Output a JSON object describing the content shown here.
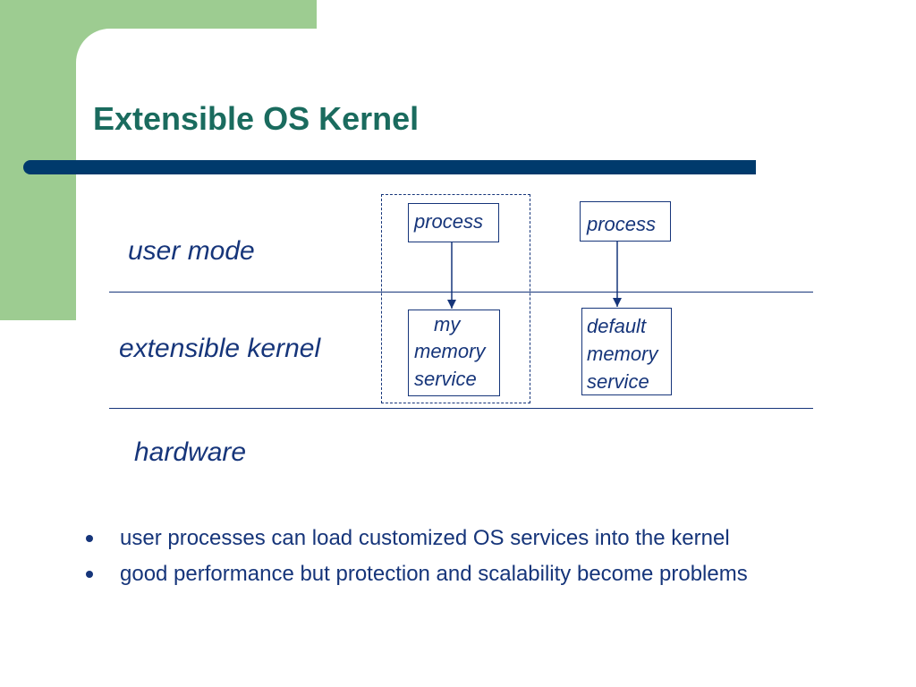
{
  "slide": {
    "title": "Extensible OS Kernel"
  },
  "diagram": {
    "layers": {
      "user_mode": "user mode",
      "extensible_kernel": "extensible kernel",
      "hardware": "hardware"
    },
    "custom": {
      "process": "process",
      "service_lines": [
        "my",
        "memory",
        "service"
      ]
    },
    "default": {
      "process": "process",
      "service_lines": [
        "default",
        "memory",
        "service"
      ]
    }
  },
  "bullets": [
    "user processes can load customized OS services into the kernel",
    "good performance but protection and scalability become problems"
  ],
  "colors": {
    "title": "#1a6b5e",
    "text": "#16357a",
    "bar": "#003a6c",
    "accent_green": "#9dcc91"
  }
}
